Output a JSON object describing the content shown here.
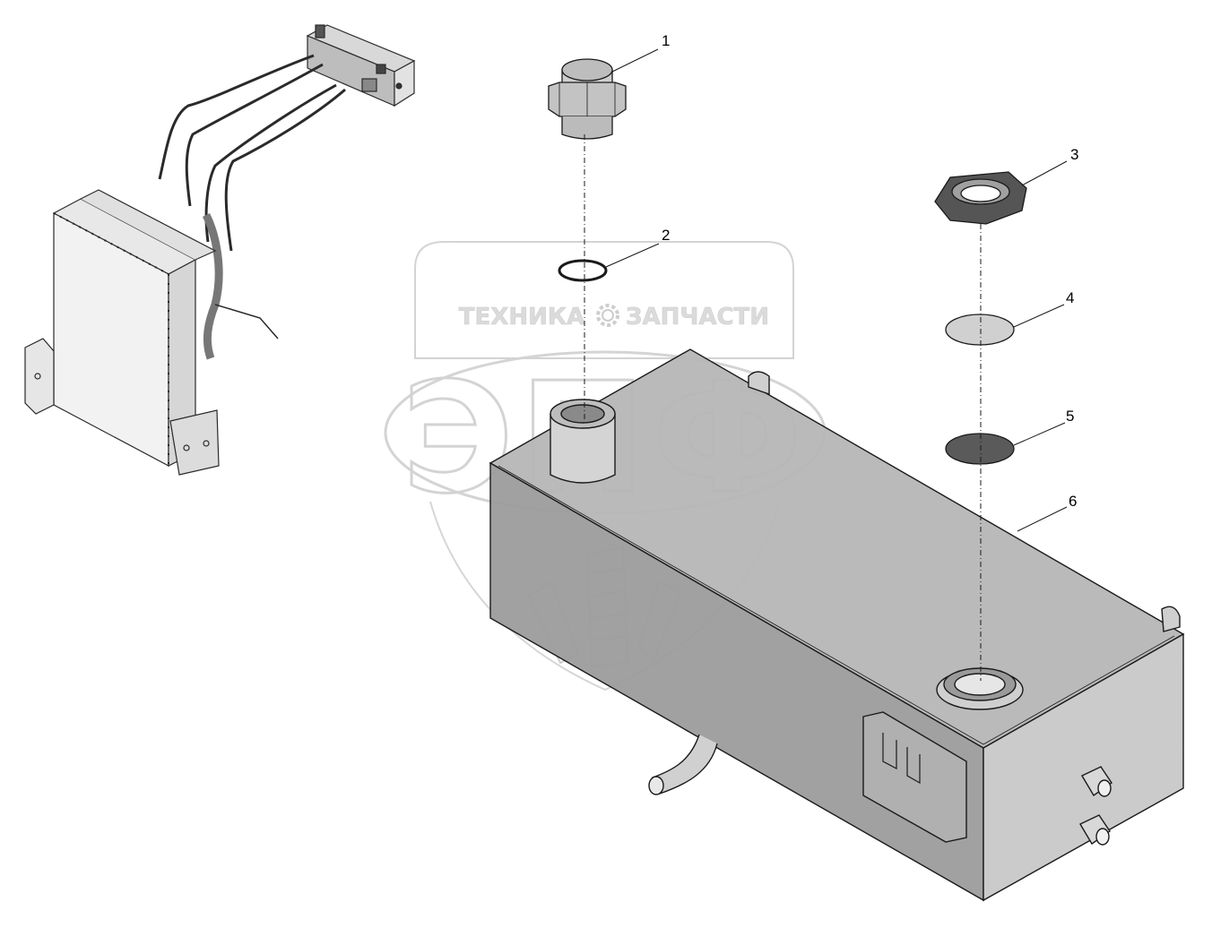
{
  "watermark": {
    "left_word": "ТЕХНИКА",
    "right_word": "ЗАПЧАСТИ",
    "big_letters": "ЭПФ",
    "gear_icon": "gear-icon"
  },
  "callouts": [
    {
      "id": "1",
      "label": "1"
    },
    {
      "id": "2",
      "label": "2"
    },
    {
      "id": "3",
      "label": "3"
    },
    {
      "id": "4",
      "label": "4"
    },
    {
      "id": "5",
      "label": "5"
    },
    {
      "id": "6",
      "label": "6"
    }
  ],
  "colors": {
    "line": "#1a1a1a",
    "tank_front": "#9a9a9a",
    "tank_top": "#b4b4b4",
    "tank_end": "#c6c6c6",
    "part_light": "#c8c8c8",
    "part_dark": "#5a5a5a",
    "watermark": "#d6d6d6"
  }
}
